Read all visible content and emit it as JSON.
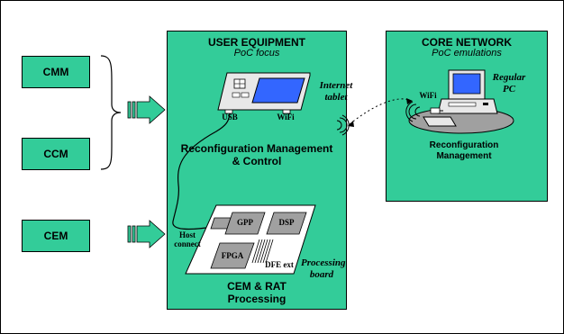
{
  "left_modules": {
    "cmm": "CMM",
    "ccm": "CCM",
    "cem": "CEM"
  },
  "user_equipment": {
    "title": "USER EQUIPMENT",
    "subtitle": "PoC focus",
    "tablet_label": "Internet tablet",
    "usb_label": "USB",
    "wifi_label": "WiFi",
    "reconfig_label": "Reconfiguration Management & Control",
    "host_connect_label": "Host connect",
    "gpp_label": "GPP",
    "dsp_label": "DSP",
    "fpga_label": "FPGA",
    "dfe_label": "DFE ext",
    "board_label": "Processing board",
    "cem_rat_label": "CEM & RAT Processing"
  },
  "core_network": {
    "title": "CORE NETWORK",
    "subtitle": "PoC emulations",
    "pc_label": "Regular PC",
    "wifi_label": "WiFi",
    "reconfig_label": "Reconfiguration Management"
  },
  "colors": {
    "box_green": "#33cc99",
    "arrow_green": "#33cc99",
    "chip_gray": "#a0a0a0",
    "screen_blue": "#3366ff"
  }
}
